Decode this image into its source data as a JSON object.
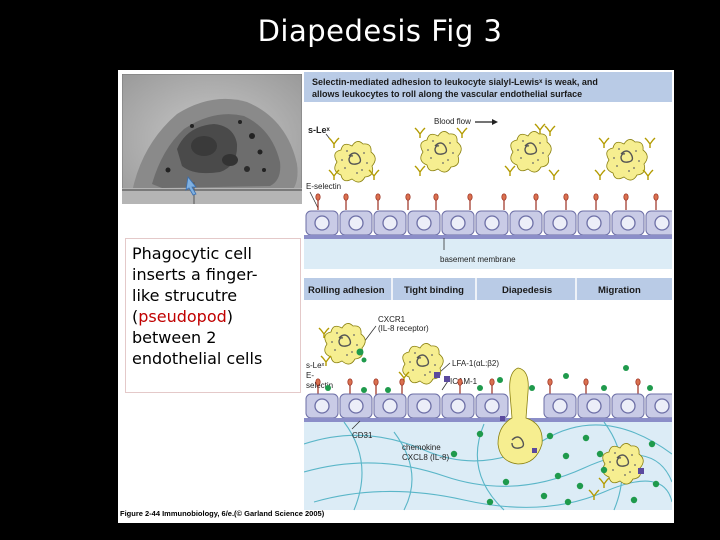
{
  "slide": {
    "title": "Diapedesis Fig 3"
  },
  "caption": {
    "line1": "Phagocytic cell",
    "line2": "inserts a finger-",
    "line3": "like strucutre",
    "line4_open": "(",
    "line4_highlight": "pseudopod",
    "line4_close": ")",
    "line5": "between 2",
    "line6": "endothelial cells"
  },
  "top_panel": {
    "header_line1": "Selectin-mediated adhesion to leukocyte sialyl-Lewisˣ is weak, and",
    "header_line2": "allows leukocytes to roll along the vascular endothelial surface",
    "label_slex": "s-Leˣ",
    "label_blood_flow": "Blood flow",
    "label_eselectin": "E-selectin",
    "label_basement": "basement membrane"
  },
  "bottom_panel": {
    "stages": [
      "Rolling adhesion",
      "Tight binding",
      "Diapedesis",
      "Migration"
    ],
    "label_cxcr": "CXCR1",
    "label_il8_receptor": "(IL-8 receptor)",
    "label_slex": "s-Leˣ",
    "label_e": "E-",
    "label_selectin": "selectin",
    "label_lfa": "LFA-1(αL:β2)",
    "label_icam": "ICAM-1",
    "label_cd31": "CD31",
    "label_chemokine": "chemokine",
    "label_cxcl": "CXCL8 (IL-8)"
  },
  "figure_credit": "Figure 2-44 Immunobiology, 6/e.(© Garland Science 2005)",
  "colors": {
    "background": "#000000",
    "header_bar": "#b9cbe6",
    "endothelium": "#c9cbe6",
    "tissue": "#dcecf6",
    "chemokine": "#1f9a4c",
    "leukocyte": "#f6ee90",
    "highlight_text": "#c00000"
  }
}
